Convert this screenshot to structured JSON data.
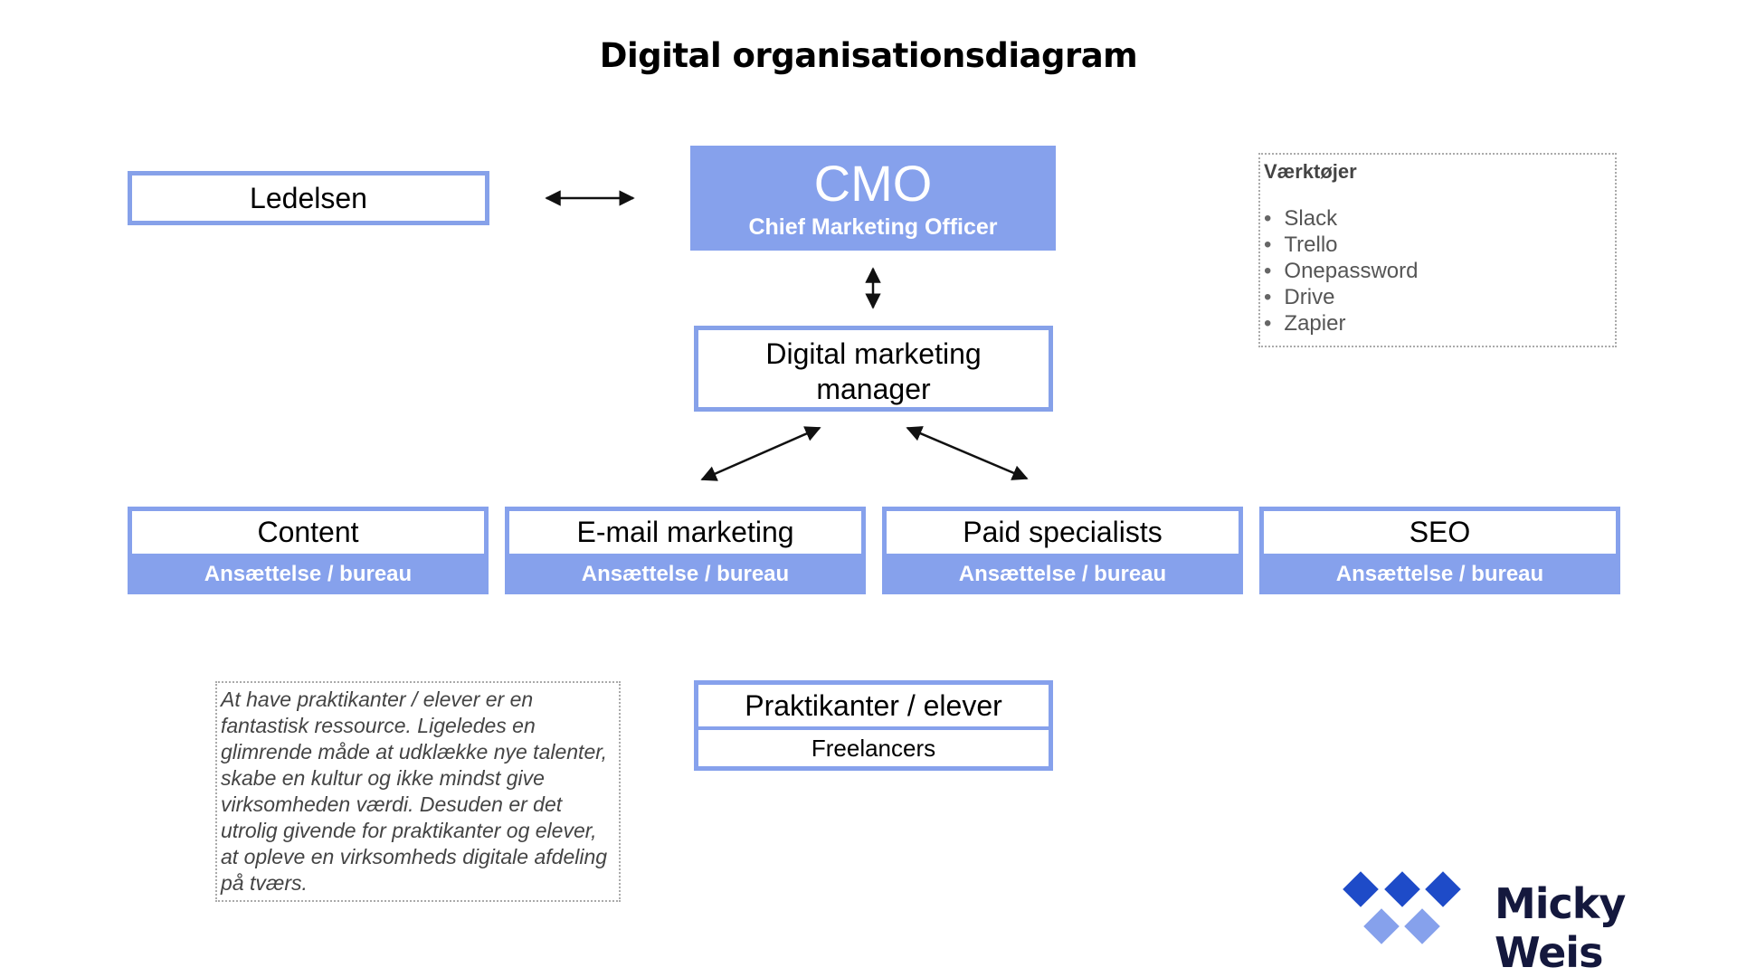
{
  "title": "Digital organisationsdiagram",
  "ledelsen": "Ledelsen",
  "cmo": {
    "abbr": "CMO",
    "full": "Chief Marketing Officer"
  },
  "manager": {
    "line1": "Digital marketing",
    "line2": "manager"
  },
  "tools": {
    "heading": "Værktøjer",
    "items": [
      "Slack",
      "Trello",
      "Onepassword",
      "Drive",
      "Zapier"
    ]
  },
  "departments": [
    {
      "name": "Content",
      "sub": "Ansættelse / bureau"
    },
    {
      "name": "E-mail marketing",
      "sub": "Ansættelse / bureau"
    },
    {
      "name": "Paid specialists",
      "sub": "Ansættelse / bureau"
    },
    {
      "name": "SEO",
      "sub": "Ansættelse / bureau"
    }
  ],
  "note": "At have praktikanter / elever er en fantastisk ressource. Ligeledes en glimrende måde at udklække nye talenter, skabe en kultur og ikke mindst give virksomheden værdi. Desuden er det utrolig givende for praktikanter og elever, at opleve en virksomheds digitale afdeling på tværs.",
  "interns": {
    "primary": "Praktikanter / elever",
    "secondary": "Freelancers"
  },
  "logo": {
    "text": "Micky Weis",
    "dark_color": "#1e4bc8",
    "light_color": "#86a1ec"
  },
  "colors": {
    "accent": "#86a1ec"
  }
}
